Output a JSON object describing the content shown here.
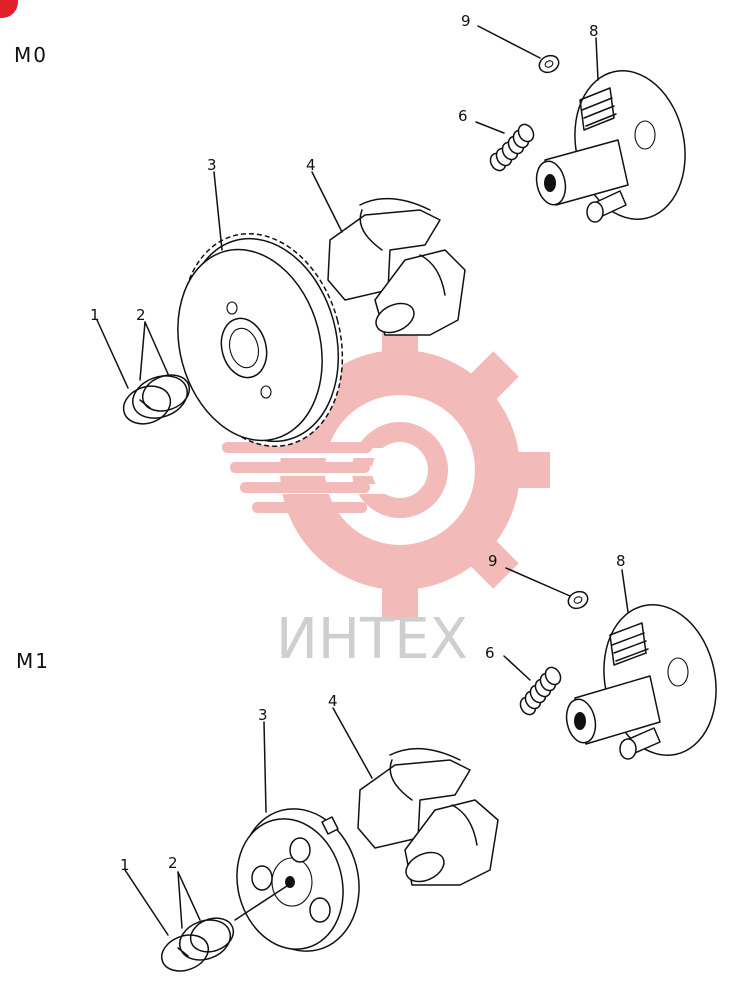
{
  "title": "",
  "sections": [
    {
      "id": "m0",
      "label": "M0"
    },
    {
      "id": "m1",
      "label": "M1"
    }
  ],
  "callouts": {
    "m0": [
      "1",
      "2",
      "3",
      "4",
      "6",
      "8",
      "9"
    ],
    "m1": [
      "1",
      "2",
      "3",
      "4",
      "6",
      "8",
      "9"
    ]
  },
  "watermark": {
    "text": "ИНТЕХ",
    "color": "#f2b3b3"
  },
  "accent": "#e0202a"
}
